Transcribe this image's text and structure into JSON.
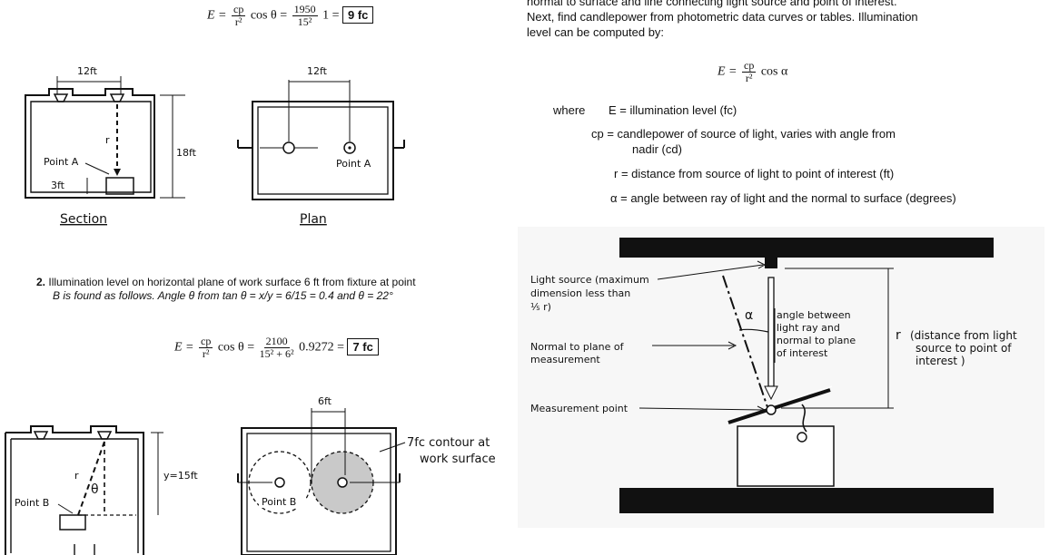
{
  "left": {
    "eq1": {
      "lhs": "E =",
      "num": "cp",
      "den": "r²",
      "mid": "cos θ =",
      "num2": "1950",
      "den2": "15²",
      "tail": "1 =",
      "result": "9 fc"
    },
    "fig1": {
      "top_dim": "12ft",
      "plan_dim": "12ft",
      "height_dim": "18ft",
      "r_label": "r",
      "point_a": "Point A",
      "work_h": "3ft",
      "point_a_plan": "Point A",
      "section": "Section",
      "plan": "Plan"
    },
    "item2": {
      "num": "2.",
      "line1": "Illumination level on horizontal plane of work surface 6 ft from fixture at point",
      "line2": "B is found as follows. Angle θ from tan θ = x/y = 6/15 = 0.4 and θ = 22°"
    },
    "eq2": {
      "lhs": "E =",
      "num": "cp",
      "den": "r²",
      "mid": "cos θ =",
      "num2": "2100",
      "den2": "15² + 6²",
      "tail": "0.9272 =",
      "result": "7 fc"
    },
    "fig2": {
      "top_dim": "6ft",
      "y_label": "y=15ft",
      "r_label": "r",
      "theta": "θ",
      "point_b": "Point B",
      "point_b_plan": "Point B",
      "contour": "7fc contour at",
      "contour2": "work surface"
    }
  },
  "right": {
    "line0": "normal to surface and line connecting light source and point of interest.",
    "line1": "Next, find candlepower from photometric data curves or tables. Illumination",
    "line2": "level can be computed by:",
    "formula": {
      "lhs": "E =",
      "num": "cp",
      "den": "r²",
      "rhs": "cos α"
    },
    "where": "where",
    "defs": [
      "E = illumination level (fc)",
      "cp = candlepower of source of light, varies with angle from",
      "nadir (cd)",
      "r = distance from source of light to point of interest (ft)",
      "α = angle between ray of light and the normal to surface (degrees)"
    ],
    "fig": {
      "light1": "Light source (maximum",
      "light2": "dimension less than",
      "light3": "⅕ r)",
      "alpha": "α",
      "ang1": "angle between",
      "ang2": "light ray and",
      "ang3": "normal to plane",
      "ang4": "of interest",
      "r": "r",
      "rd1": "(distance from light",
      "rd2": "source to point of",
      "rd3": "interest )",
      "norm1": "Normal to plane of",
      "norm2": "measurement",
      "meas": "Measurement point"
    }
  }
}
